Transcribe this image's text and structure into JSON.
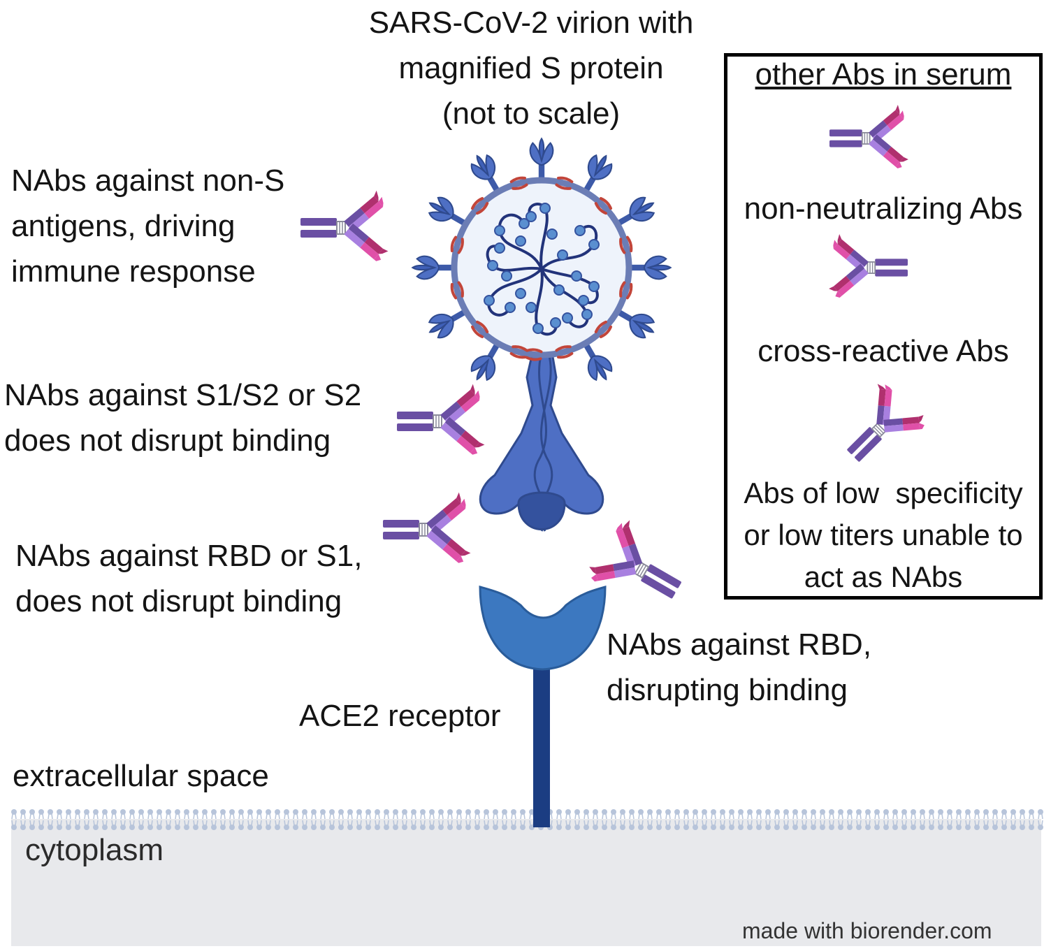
{
  "title": {
    "line1": "SARS-CoV-2 virion with",
    "line2": "magnified S protein",
    "line3": "(not to scale)"
  },
  "labels": {
    "nabs_non_s": "NAbs against non-S\nantigens, driving\nimmune response",
    "nabs_s1s2": "NAbs against S1/S2 or S2\ndoes not disrupt binding",
    "nabs_rbd_s1": "NAbs against RBD or S1,\ndoes not disrupt binding",
    "nabs_rbd_disrupt": "NAbs against RBD,\ndisrupting binding",
    "ace2": "ACE2 receptor",
    "extracellular": "extracellular space",
    "cytoplasm": "cytoplasm"
  },
  "legend": {
    "title": "other Abs in serum",
    "items": [
      {
        "label": "non-neutralizing Abs",
        "icon": "antibody-icon"
      },
      {
        "label": "cross-reactive Abs",
        "icon": "antibody-icon"
      },
      {
        "label": "Abs of low  specificity\nor low titers unable to\nact as NAbs",
        "icon": "antibody-icon"
      }
    ]
  },
  "credit": "made with biorender.com",
  "colors": {
    "spike_blue": "#4e6fc4",
    "spike_dark": "#2f4a8e",
    "envelope": "#6b7db5",
    "virion_fill": "#eef3fb",
    "rna": "#22337a",
    "nucleocapsid": "#5a8fd0",
    "red_protein": "#c2453a",
    "receptor_head": "#3c78c0",
    "receptor_stalk": "#1b3d82",
    "ab_purple": "#6a4fa3",
    "ab_light": "#a880e0",
    "ab_magenta": "#b0306e",
    "ab_pink": "#e050a8",
    "membrane": "#b7c4da",
    "cytoplasm": "#e8e9ec"
  }
}
